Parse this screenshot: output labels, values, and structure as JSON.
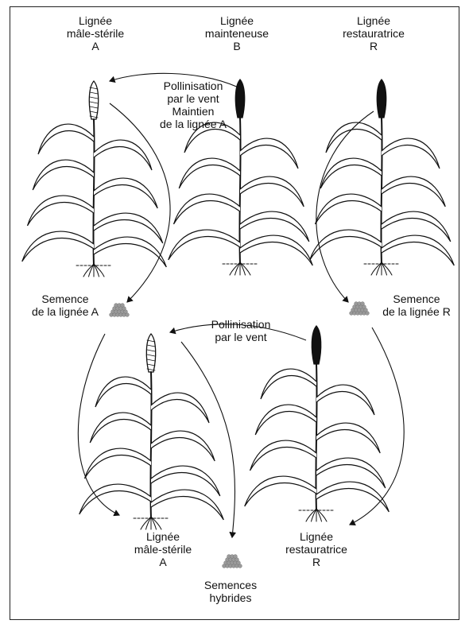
{
  "top_lines": {
    "a": [
      "Lignée",
      "mâle-stérile",
      "A"
    ],
    "b": [
      "Lignée",
      "mainteneuse",
      "B"
    ],
    "r": [
      "Lignée",
      "restauratrice",
      "R"
    ]
  },
  "pollination_top": [
    "Pollinisation",
    "par le vent",
    "Maintien",
    "de la lignée A"
  ],
  "seed_a": [
    "Semence",
    "de la lignée A"
  ],
  "seed_r": [
    "Semence",
    "de la lignée R"
  ],
  "pollination_mid": [
    "Pollinisation",
    "par le vent"
  ],
  "bottom_lines": {
    "a": [
      "Lignée",
      "mâle-stérile",
      "A"
    ],
    "r": [
      "Lignée",
      "restauratrice",
      "R"
    ]
  },
  "hybrid_seeds": [
    "Semences",
    "hybrides"
  ],
  "colors": {
    "ink": "#111111",
    "seed": "#9a9a9a",
    "frame": "#222222"
  }
}
